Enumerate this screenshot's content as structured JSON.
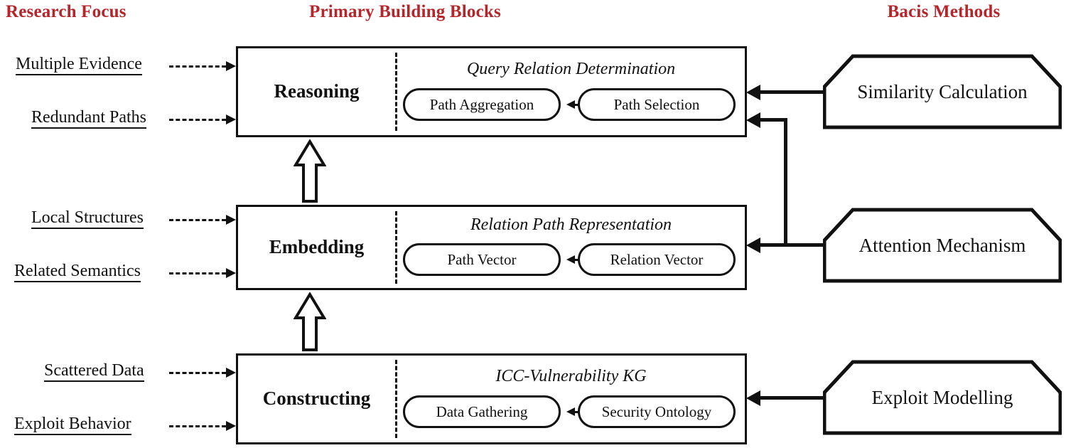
{
  "headers": {
    "left": "Research Focus",
    "center": "Primary Building Blocks",
    "right": "Bacis Methods"
  },
  "colors": {
    "heading_red": "#b5252a",
    "line_black": "#111111",
    "background": "#ffffff"
  },
  "research_focus": [
    {
      "label": "Multiple Evidence"
    },
    {
      "label": "Redundant Paths"
    },
    {
      "label": "Local Structures"
    },
    {
      "label": "Related Semantics"
    },
    {
      "label": "Scattered Data"
    },
    {
      "label": "Exploit Behavior"
    }
  ],
  "stages": [
    {
      "name": "Reasoning",
      "subtitle": "Query Relation Determination",
      "blocks": [
        {
          "label": "Path Aggregation"
        },
        {
          "label": "Path Selection"
        }
      ]
    },
    {
      "name": "Embedding",
      "subtitle": "Relation Path Representation",
      "blocks": [
        {
          "label": "Path Vector"
        },
        {
          "label": "Relation Vector"
        }
      ]
    },
    {
      "name": "Constructing",
      "subtitle": "ICC-Vulnerability KG",
      "blocks": [
        {
          "label": "Data Gathering"
        },
        {
          "label": "Security Ontology"
        }
      ]
    }
  ],
  "methods": [
    {
      "label": "Similarity Calculation"
    },
    {
      "label": "Attention Mechanism"
    },
    {
      "label": "Exploit Modelling"
    }
  ],
  "flow": {
    "up_arrows": 2,
    "dashed_input_arrows": 6,
    "method_connectors": 4
  }
}
